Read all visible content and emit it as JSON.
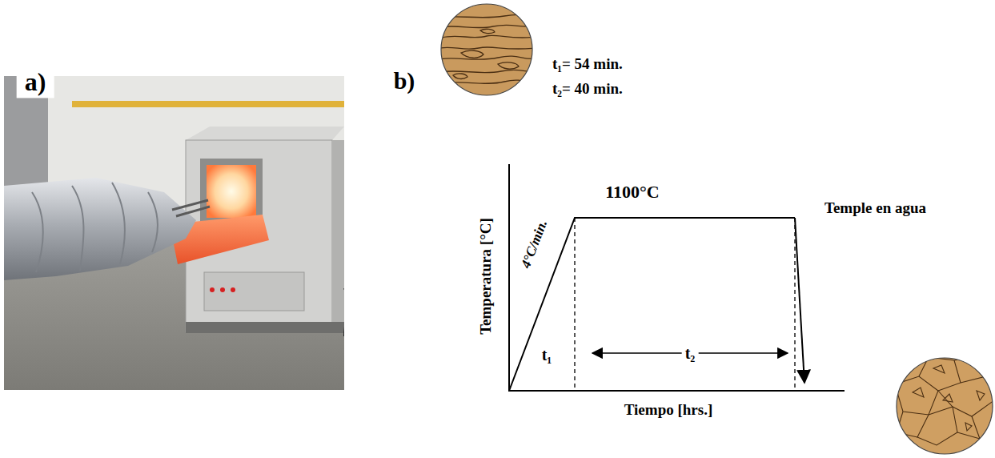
{
  "diagram": {
    "labels": [
      "a)",
      "b)",
      "t₁= 54 min.",
      "t₂= 40 min.",
      "1100°C",
      "Temple en agua",
      "Temperatura [°C]",
      "4°C/min.",
      "t₁",
      "t₂",
      "Tiempo [hrs.]"
    ]
  }
}
